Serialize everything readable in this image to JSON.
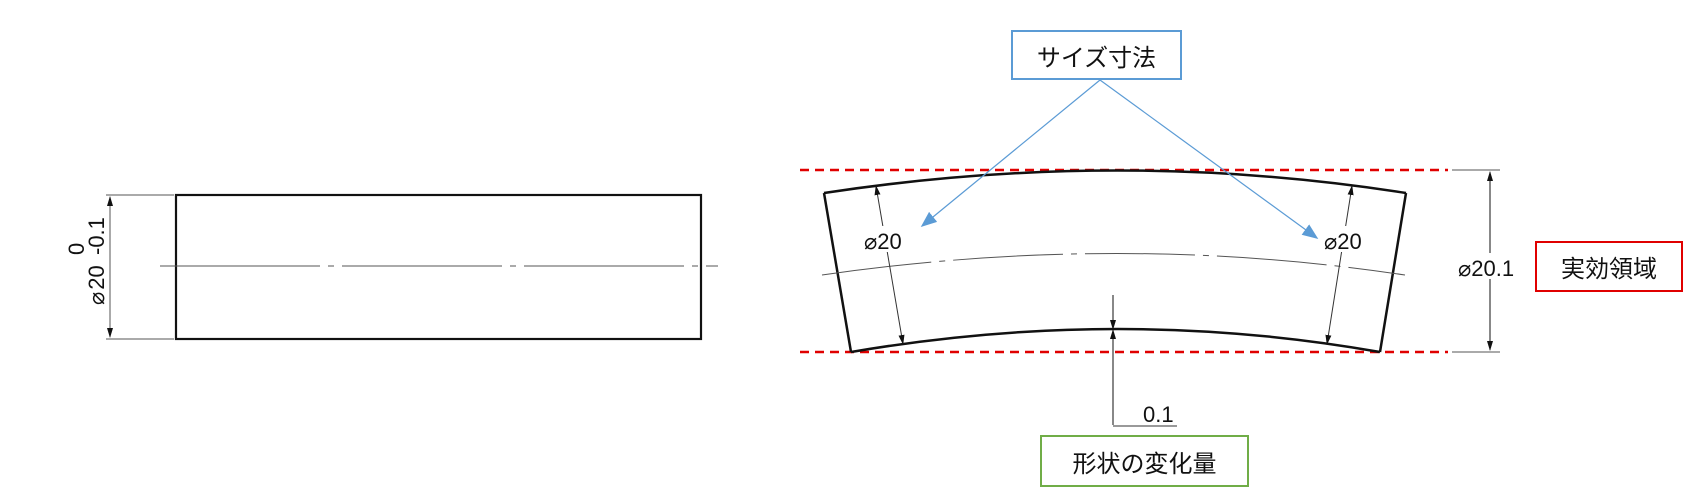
{
  "left_view": {
    "dimension": {
      "nominal": "20",
      "diameter_symbol": "⌀",
      "upper_tolerance": "0",
      "lower_tolerance": "-0.1"
    }
  },
  "right_view": {
    "left_dimension": "20",
    "right_dimension": "20",
    "overall_dimension": "20.1",
    "deformation_value": "0.1",
    "diameter_symbol": "⌀"
  },
  "labels": {
    "size_dimension": "サイズ寸法",
    "effective_region": "実効領域",
    "shape_change": "形状の変化量"
  },
  "colors": {
    "outline": "#111111",
    "center_line": "#555555",
    "boundary_dashed": "#e00000",
    "leader_arrow": "#5b9bd5",
    "box_blue": "#5b9bd5",
    "box_red": "#e00000",
    "box_green": "#70ad47"
  }
}
